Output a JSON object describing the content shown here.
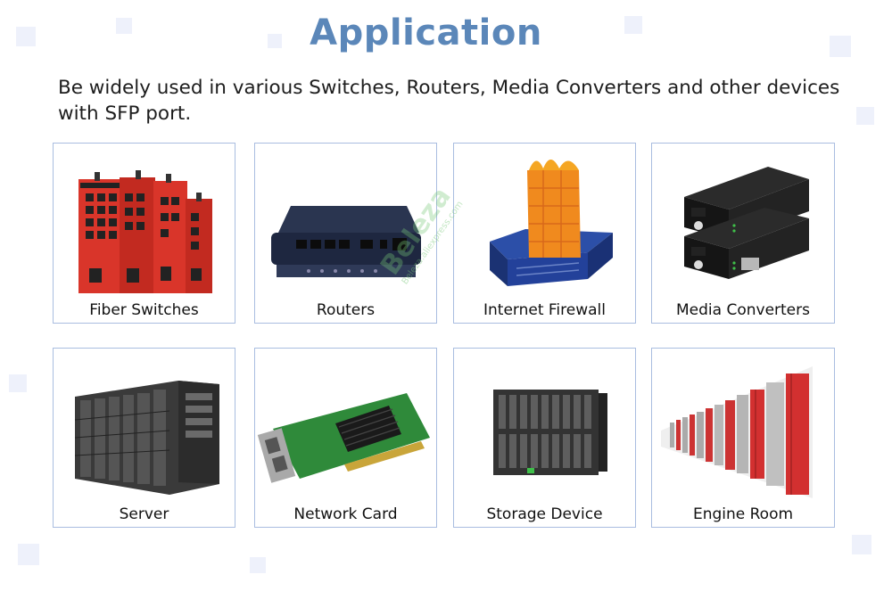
{
  "title": "Application",
  "description": "Be widely used in various Switches, Routers, Media Converters and other devices with SFP port.",
  "cards": [
    {
      "label": "Fiber Switches",
      "icon": "fiber-switch-icon"
    },
    {
      "label": "Routers",
      "icon": "router-icon"
    },
    {
      "label": "Internet Firewall",
      "icon": "firewall-icon"
    },
    {
      "label": "Media Converters",
      "icon": "media-converter-icon"
    },
    {
      "label": "Server",
      "icon": "server-rack-icon"
    },
    {
      "label": "Network Card",
      "icon": "network-card-icon"
    },
    {
      "label": "Storage Device",
      "icon": "storage-device-icon"
    },
    {
      "label": "Engine Room",
      "icon": "engine-room-icon"
    }
  ],
  "watermark": {
    "brand": "Beleza",
    "url": "Beleza.aliexpress.com"
  },
  "colors": {
    "title": "#5b87b9",
    "card_border": "#a9bde0",
    "accent_red": "#e03a2a"
  }
}
